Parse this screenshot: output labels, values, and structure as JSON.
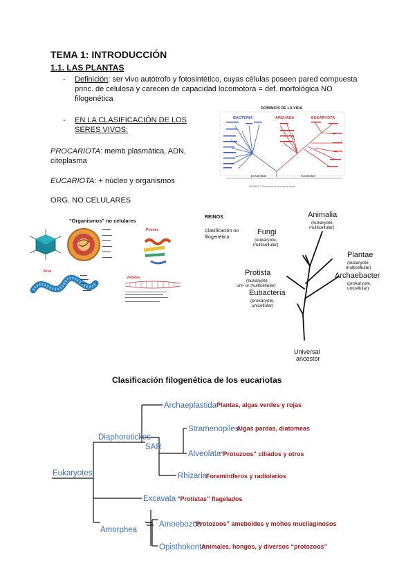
{
  "doc": {
    "title": "TEMA 1: INTRODUCCIÓN",
    "subtitle": "1.1. LAS PLANTAS",
    "def_label": "Definición",
    "def_text": ": ser vivo autótrofo y fotosintético, cuyas células poseen pared compuesta",
    "def_line2": "princ. de celulosa y carecen de capacidad locomotora = def. morfológica NO",
    "def_line3": "filogenética",
    "dash": "-",
    "class_line1": "EN LA CLASIFICACIÓN DE LOS",
    "class_line2": "SERES VIVOS:",
    "proc_label": "PROCARIOTA",
    "proc_text": ": memb plasmática, ADN,",
    "proc_line2": "citoplasma",
    "euc_label": "EUCARIOTA",
    "euc_text": ": + núcleo y organismos",
    "org": "ORG. NO CELULARES"
  },
  "domains_fig": {
    "title": "DOMINIOS DE LA VIDA",
    "bacteria": "BACTERIA",
    "archaea": "ARCHAEA",
    "eukaryota": "EUKARYOTA",
    "procariotas": "procariotas",
    "eucariotas": "eucariotas",
    "caption": "FIGURA 2. Dominios de los seres vivos."
  },
  "viruses_fig": {
    "title": "\"Organismos\" no celulares",
    "virus_label": "Virus",
    "prion_label": "Priones",
    "viroid_label": "Viroides"
  },
  "reinos_fig": {
    "label": "REINOS",
    "sub1": "Clasificación no",
    "sub2": "filogenética",
    "animalia": "Animalia",
    "animalia_sub1": "(eukaryote,",
    "animalia_sub2": "multicellular)",
    "fungi": "Fungi",
    "fungi_sub1": "(eukaryote,",
    "fungi_sub2": "multicellular)",
    "plantae": "Plantae",
    "plantae_sub1": "(eukaryote,",
    "plantae_sub2": "multicellular)",
    "protista": "Protista",
    "protista_sub1": "(eukaryote,",
    "protista_sub2": "uni- or multicellular)",
    "archae": "Archaebacteria",
    "archae_sub1": "(prokaryote,",
    "archae_sub2": "unicellular)",
    "eubacteria": "Eubacteria",
    "eubacteria_sub1": "(prokaryote,",
    "eubacteria_sub2": "unicellular)",
    "ancestor1": "Universal",
    "ancestor2": "ancestor"
  },
  "euk_fig": {
    "title": "Clasificación filogenética de los eucariotas",
    "root": "Eukaryotes",
    "diaph": "Diaphoretickes",
    "sar": "SAR",
    "amorphea": "Amorphea",
    "archaeplastida": "Archaeplastida",
    "archaeplastida_desc": "Plantas, algas verdes y rojas",
    "stramenopiles": "Stramenopiles",
    "stramenopiles_desc": "Algas pardas, diatomeas",
    "alveolata": "Alveolata",
    "alveolata_desc": "“Protozoos” ciliados y otros",
    "rhizaria": "Rhizaria",
    "rhizaria_desc": "Foraminíferos y radiolarios",
    "excavata": "Excavata",
    "excavata_desc": "“Protistas” flagelados",
    "amoebozoa": "Amoebozoa",
    "amoebozoa_desc": "“Protozoos” ameboides y mohos mucilaginosos",
    "opisthokonta": "Opisthokonta",
    "opisthokonta_desc": "Animales, hongos, y diversos “protozoos”",
    "colors": {
      "clade": "#3b6fb6",
      "desc": "#a01818"
    }
  }
}
